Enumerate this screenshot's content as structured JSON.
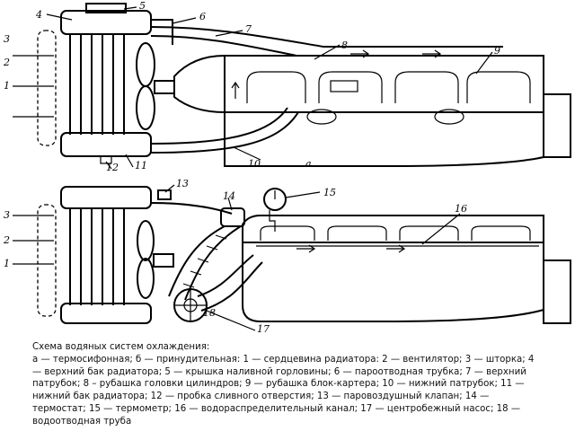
{
  "labels": {
    "top": {
      "n1": "1",
      "n2": "2",
      "n3": "3",
      "n4": "4",
      "n5": "5",
      "n6": "6",
      "n7": "7",
      "n8": "8",
      "n9": "9",
      "n10": "10",
      "n11": "11",
      "n12": "12",
      "letter": "а"
    },
    "bottom": {
      "n1": "1",
      "n2": "2",
      "n3": "3",
      "n13": "13",
      "n14": "14",
      "n15": "15",
      "n16": "16",
      "n17": "17",
      "n18": "18"
    }
  },
  "caption": {
    "title": "Схема водяных систем охлаждения:",
    "body": "а — термосифонная; б — принудительная: 1 — сердцевина радиатора: 2 — вентилятор; 3 — шторка; 4 — верхний бак радиатора; 5 — крышка наливной горловины; 6 — пароотводная трубка; 7 — верхний патрубок; 8 – рубашка головки цилиндров; 9 — рубашка блок-картера; 10 — нижний патрубок; 11 — нижний бак радиатора; 12 — пробка сливного отверстия; 13 — паровоздушный клапан; 14 — термостат; 15 — термометр; 16 — водораспределительный канал; 17 — центробежный насос; 18 — водоотводная труба"
  }
}
